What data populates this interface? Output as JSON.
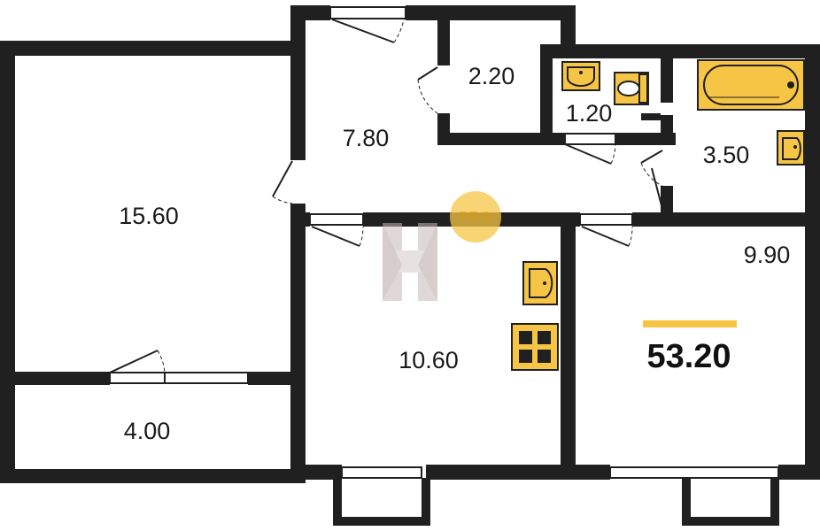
{
  "plan": {
    "total_area": "53.20",
    "colors": {
      "wall": "#202020",
      "fixture": "#f7c545",
      "accent_bar": "#f7c545",
      "badge": "#f7c545"
    },
    "rooms": [
      {
        "id": "living-room",
        "area": "15.60"
      },
      {
        "id": "corridor",
        "area": "7.80"
      },
      {
        "id": "storage",
        "area": "2.20"
      },
      {
        "id": "toilet",
        "area": "1.20"
      },
      {
        "id": "bathroom",
        "area": "3.50"
      },
      {
        "id": "bedroom",
        "area": "9.90"
      },
      {
        "id": "kitchen",
        "area": "10.60"
      },
      {
        "id": "balcony",
        "area": "4.00"
      }
    ],
    "badge": {
      "text": "PRO",
      "icon": "pro-badge-icon"
    },
    "watermark": {
      "icon": "h-logo-watermark-icon"
    }
  }
}
